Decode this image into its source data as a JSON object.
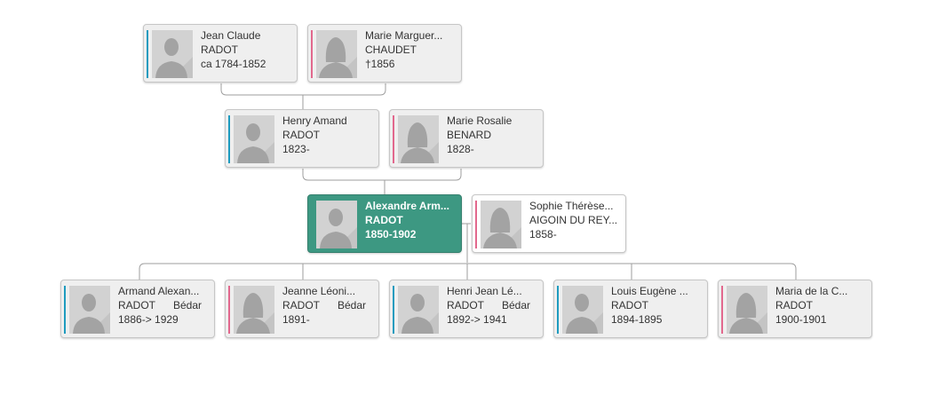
{
  "colors": {
    "male": "#1e9bbf",
    "female": "#e2688d",
    "root": "#3d9882",
    "connector": "#9e9e9e"
  },
  "people": {
    "ggf_father": {
      "given": "Jean Claude",
      "surname": "RADOT",
      "dates": "ca 1784-1852",
      "gender": "male"
    },
    "ggf_mother": {
      "given": "Marie Marguer...",
      "surname": "CHAUDET",
      "dates": "†1856",
      "gender": "female"
    },
    "father": {
      "given": "Henry Amand",
      "surname": "RADOT",
      "dates": "1823-",
      "gender": "male"
    },
    "mother": {
      "given": "Marie Rosalie",
      "surname": "BENARD",
      "dates": "1828-",
      "gender": "female"
    },
    "root": {
      "given": "Alexandre Arm...",
      "surname": "RADOT",
      "dates": "1850-1902",
      "gender": "male"
    },
    "spouse": {
      "given": "Sophie Thérèse...",
      "surname": "AIGOIN DU REY...",
      "dates": "1858-",
      "gender": "female"
    },
    "child1": {
      "given": "Armand Alexan...",
      "surname": "RADOT",
      "extra": "Bédar",
      "dates": "1886-> 1929",
      "gender": "male"
    },
    "child2": {
      "given": "Jeanne Léoni...",
      "surname": "RADOT",
      "extra": "Bédar",
      "dates": "1891-",
      "gender": "female"
    },
    "child3": {
      "given": "Henri Jean Lé...",
      "surname": "RADOT",
      "extra": "Bédar",
      "dates": "1892-> 1941",
      "gender": "male"
    },
    "child4": {
      "given": "Louis Eugène ...",
      "surname": "RADOT",
      "dates": "1894-1895",
      "gender": "male"
    },
    "child5": {
      "given": "Maria de la C...",
      "surname": "RADOT",
      "dates": "1900-1901",
      "gender": "female"
    }
  }
}
